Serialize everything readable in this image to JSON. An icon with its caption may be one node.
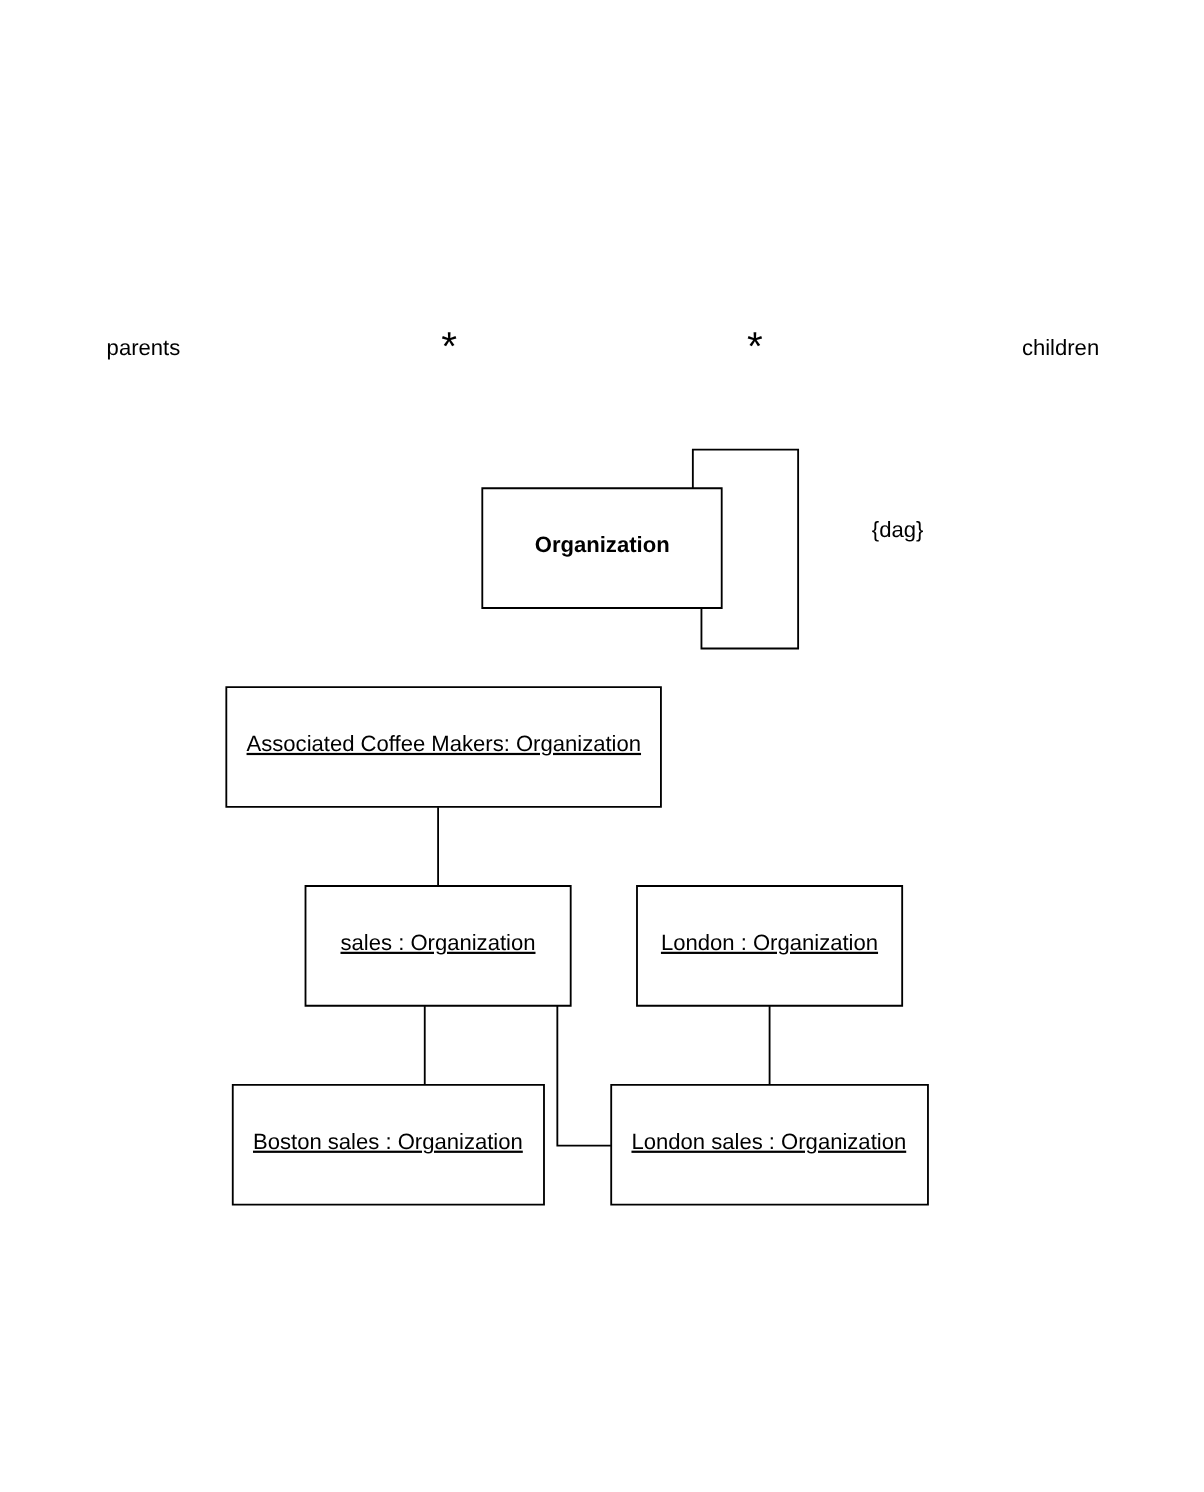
{
  "diagram": {
    "nodes": [
      {
        "text": [
          "Organization"
        ]
      },
      {
        "text": [
          "Associated Coffee Makers: Organization"
        ]
      },
      {
        "text": [
          "sales : Organization"
        ]
      },
      {
        "text": [
          "London : Organization"
        ]
      },
      {
        "text": [
          "Boston sales : Organization"
        ]
      },
      {
        "text": [
          "London sales : Organization"
        ]
      }
    ],
    "edges": [
      {
        "from": 0,
        "to": 0,
        "arrow": "none",
        "label": "{dag}"
      },
      {
        "from": 1,
        "to": 2,
        "arrow": "none"
      },
      {
        "from": 2,
        "to": 4,
        "arrow": "none"
      },
      {
        "from": 2,
        "to": 5,
        "arrow": "none"
      },
      {
        "from": 3,
        "to": 5,
        "arrow": "none"
      }
    ],
    "labels": [
      "parents",
      "*",
      "*",
      "children"
    ]
  }
}
